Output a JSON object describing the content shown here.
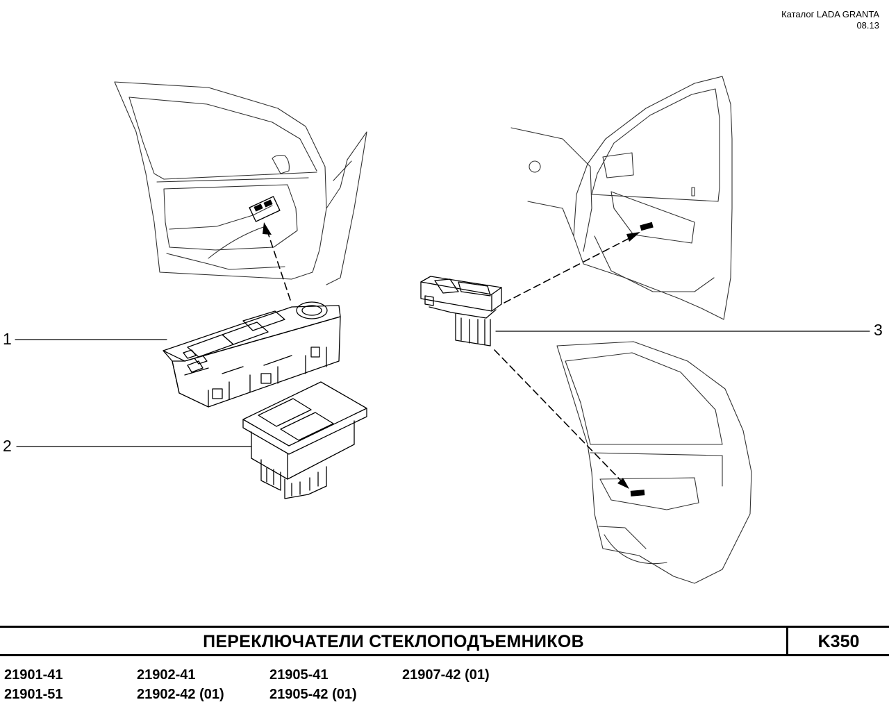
{
  "header": {
    "catalog": "Каталог  LADA  GRANTA",
    "date": "08.13"
  },
  "callouts": [
    "1",
    "2",
    "3"
  ],
  "title": "ПЕРЕКЛЮЧАТЕЛИ   СТЕКЛОПОДЪЕМНИКОВ",
  "code": "K350",
  "models": [
    [
      "21901-41",
      "21901-51"
    ],
    [
      "21902-41",
      "21902-42 (01)"
    ],
    [
      "21905-41",
      "21905-42 (01)"
    ],
    [
      "21907-42 (01)"
    ]
  ]
}
